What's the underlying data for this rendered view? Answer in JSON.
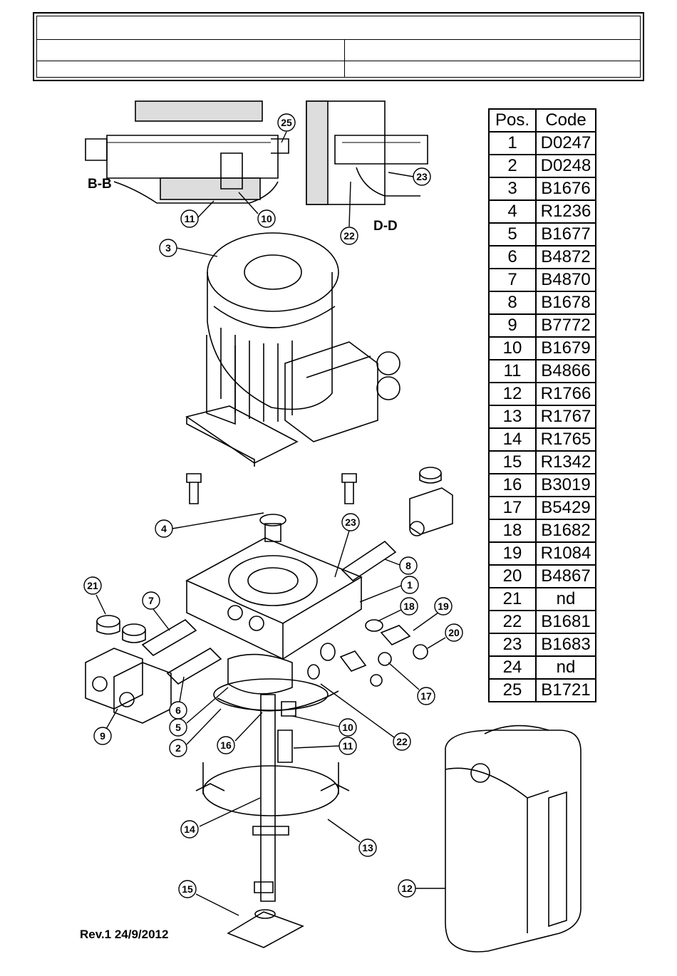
{
  "table": {
    "headers": {
      "pos": "Pos.",
      "code": "Code"
    },
    "rows": [
      {
        "pos": "1",
        "code": "D0247"
      },
      {
        "pos": "2",
        "code": "D0248"
      },
      {
        "pos": "3",
        "code": "B1676"
      },
      {
        "pos": "4",
        "code": "R1236"
      },
      {
        "pos": "5",
        "code": "B1677"
      },
      {
        "pos": "6",
        "code": "B4872"
      },
      {
        "pos": "7",
        "code": "B4870"
      },
      {
        "pos": "8",
        "code": "B1678"
      },
      {
        "pos": "9",
        "code": "B7772"
      },
      {
        "pos": "10",
        "code": "B1679"
      },
      {
        "pos": "11",
        "code": "B4866"
      },
      {
        "pos": "12",
        "code": "R1766"
      },
      {
        "pos": "13",
        "code": "R1767"
      },
      {
        "pos": "14",
        "code": "R1765"
      },
      {
        "pos": "15",
        "code": "R1342"
      },
      {
        "pos": "16",
        "code": "B3019"
      },
      {
        "pos": "17",
        "code": "B5429"
      },
      {
        "pos": "18",
        "code": "B1682"
      },
      {
        "pos": "19",
        "code": "R1084"
      },
      {
        "pos": "20",
        "code": "B4867"
      },
      {
        "pos": "21",
        "code": "nd"
      },
      {
        "pos": "22",
        "code": "B1681"
      },
      {
        "pos": "23",
        "code": "B1683"
      },
      {
        "pos": "24",
        "code": "nd"
      },
      {
        "pos": "25",
        "code": "B1721"
      }
    ]
  },
  "sections": {
    "bb": "B-B",
    "dd": "D-D"
  },
  "revision": "Rev.1 24/9/2012"
}
